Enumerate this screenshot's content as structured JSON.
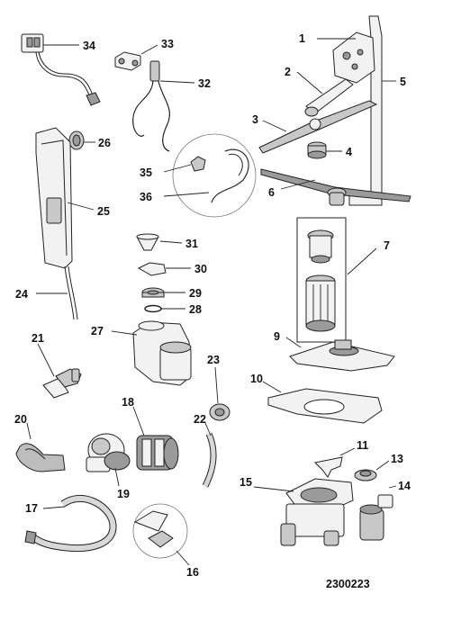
{
  "diagram": {
    "code": "2300223",
    "labels": {
      "n1": "1",
      "n2": "2",
      "n3": "3",
      "n4": "4",
      "n5": "5",
      "n6": "6",
      "n7": "7",
      "n9": "9",
      "n10": "10",
      "n11": "11",
      "n13": "13",
      "n14": "14",
      "n15": "15",
      "n16": "16",
      "n17": "17",
      "n18": "18",
      "n19": "19",
      "n20": "20",
      "n21": "21",
      "n22": "22",
      "n23": "23",
      "n24": "24",
      "n25": "25",
      "n26": "26",
      "n27": "27",
      "n28": "28",
      "n29": "29",
      "n30": "30",
      "n31": "31",
      "n32": "32",
      "n33": "33",
      "n34": "34",
      "n35": "35",
      "n36": "36"
    }
  }
}
